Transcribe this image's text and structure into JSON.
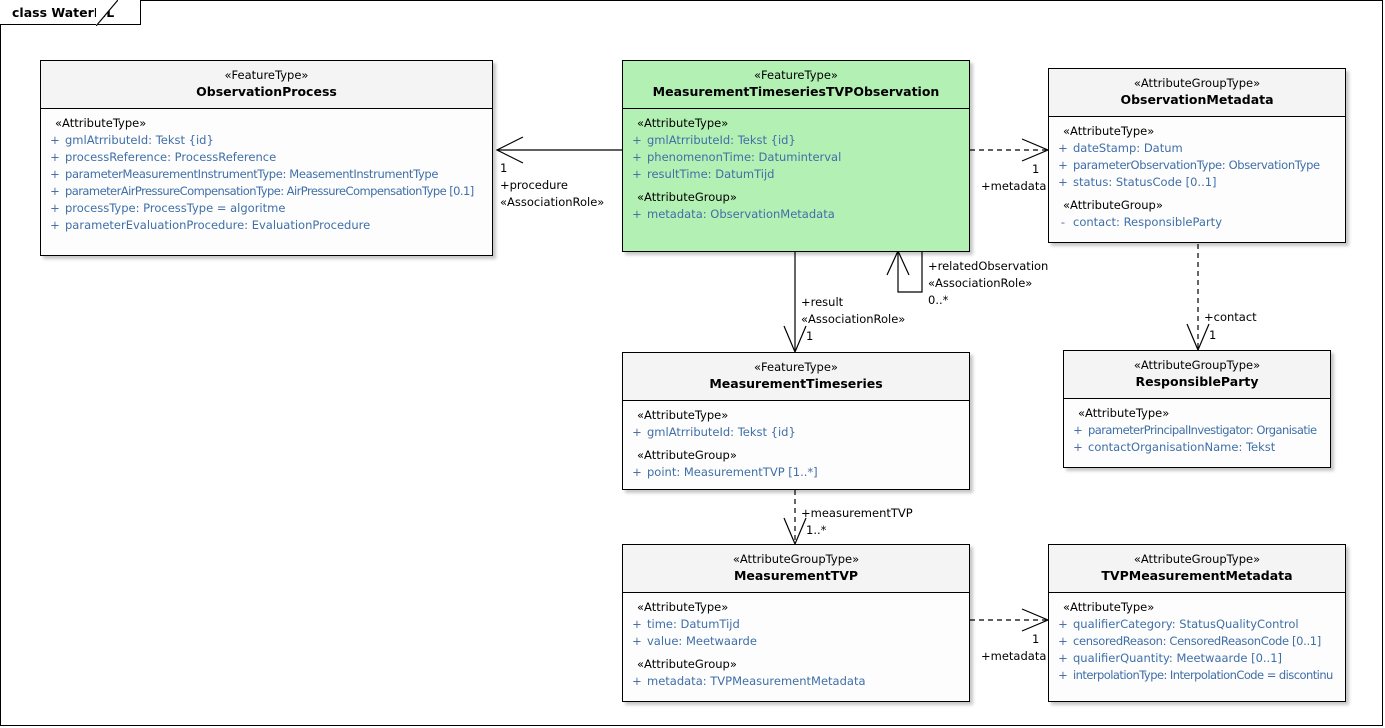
{
  "diagram": {
    "frame_label": "class WaterML",
    "colors": {
      "highlight_fill": "#b3f0b3",
      "class_fill": "#fdfdfd",
      "header_fill": "#f4f4f4",
      "border": "#000000",
      "attribute_text": "#3f6fa8"
    }
  },
  "classes": [
    {
      "id": "observation-process",
      "stereotype": "«FeatureType»",
      "name": "ObservationProcess",
      "highlighted": false,
      "sections": [
        {
          "group": "«AttributeType»",
          "attributes": [
            {
              "visibility": "+",
              "text": "gmlAtrributeId: Tekst {id}"
            },
            {
              "visibility": "+",
              "text": "processReference: ProcessReference"
            },
            {
              "visibility": "+",
              "text": "parameterMeasurementInstrumentType: MeasementInstrumentType"
            },
            {
              "visibility": "+",
              "text": "parameterAirPressureCompensationType: AirPressureCompensationType [0.1]"
            },
            {
              "visibility": "+",
              "text": "processType: ProcessType = algoritme"
            },
            {
              "visibility": "+",
              "text": "parameterEvaluationProcedure: EvaluationProcedure"
            }
          ]
        }
      ]
    },
    {
      "id": "measurement-timeseries-tvp-observation",
      "stereotype": "«FeatureType»",
      "name": "MeasurementTimeseriesTVPObservation",
      "highlighted": true,
      "sections": [
        {
          "group": "«AttributeType»",
          "attributes": [
            {
              "visibility": "+",
              "text": "gmlAtrributeId: Tekst {id}"
            },
            {
              "visibility": "+",
              "text": "phenomenonTime: Datuminterval"
            },
            {
              "visibility": "+",
              "text": "resultTime: DatumTijd"
            }
          ]
        },
        {
          "group": "«AttributeGroup»",
          "attributes": [
            {
              "visibility": "+",
              "text": "metadata: ObservationMetadata"
            }
          ]
        }
      ]
    },
    {
      "id": "observation-metadata",
      "stereotype": "«AttributeGroupType»",
      "name": "ObservationMetadata",
      "highlighted": false,
      "sections": [
        {
          "group": "«AttributeType»",
          "attributes": [
            {
              "visibility": "+",
              "text": "dateStamp: Datum"
            },
            {
              "visibility": "+",
              "text": "parameterObservationType: ObservationType"
            },
            {
              "visibility": "+",
              "text": "status: StatusCode [0..1]"
            }
          ]
        },
        {
          "group": "«AttributeGroup»",
          "attributes": [
            {
              "visibility": "-",
              "text": "contact: ResponsibleParty"
            }
          ]
        }
      ]
    },
    {
      "id": "measurement-timeseries",
      "stereotype": "«FeatureType»",
      "name": "MeasurementTimeseries",
      "highlighted": false,
      "sections": [
        {
          "group": "«AttributeType»",
          "attributes": [
            {
              "visibility": "+",
              "text": "gmlAtrributeId: Tekst {id}"
            }
          ]
        },
        {
          "group": "«AttributeGroup»",
          "attributes": [
            {
              "visibility": "+",
              "text": "point: MeasurementTVP [1..*]"
            }
          ]
        }
      ]
    },
    {
      "id": "responsible-party",
      "stereotype": "«AttributeGroupType»",
      "name": "ResponsibleParty",
      "highlighted": false,
      "sections": [
        {
          "group": "«AttributeType»",
          "attributes": [
            {
              "visibility": "+",
              "text": "parameterPrincipalInvestigator: Organisatie"
            },
            {
              "visibility": "+",
              "text": "contactOrganisationName: Tekst"
            }
          ]
        }
      ]
    },
    {
      "id": "measurement-tvp",
      "stereotype": "«AttributeGroupType»",
      "name": "MeasurementTVP",
      "highlighted": false,
      "sections": [
        {
          "group": "«AttributeType»",
          "attributes": [
            {
              "visibility": "+",
              "text": "time: DatumTijd"
            },
            {
              "visibility": "+",
              "text": "value: Meetwaarde"
            }
          ]
        },
        {
          "group": "«AttributeGroup»",
          "attributes": [
            {
              "visibility": "+",
              "text": "metadata: TVPMeasurementMetadata"
            }
          ]
        }
      ]
    },
    {
      "id": "tvp-measurement-metadata",
      "stereotype": "«AttributeGroupType»",
      "name": "TVPMeasurementMetadata",
      "highlighted": false,
      "sections": [
        {
          "group": "«AttributeType»",
          "attributes": [
            {
              "visibility": "+",
              "text": "qualifierCategory: StatusQualityControl"
            },
            {
              "visibility": "+",
              "text": "censoredReason: CensoredReasonCode [0..1]"
            },
            {
              "visibility": "+",
              "text": "qualifierQuantity: Meetwaarde [0..1]"
            },
            {
              "visibility": "+",
              "text": "interpolationType: InterpolationCode = discontinu"
            }
          ]
        }
      ]
    }
  ],
  "connectors": [
    {
      "id": "procedure",
      "kind": "association",
      "multiplicity": "1",
      "role": "+procedure",
      "stereotype": "«AssociationRole»"
    },
    {
      "id": "metadata-observation",
      "kind": "dependency",
      "multiplicity": "1",
      "role": "+metadata",
      "stereotype": ""
    },
    {
      "id": "related-observation",
      "kind": "association",
      "multiplicity": "0..*",
      "role": "+relatedObservation",
      "stereotype": "«AssociationRole»"
    },
    {
      "id": "result",
      "kind": "association",
      "multiplicity": "1",
      "role": "+result",
      "stereotype": "«AssociationRole»"
    },
    {
      "id": "contact",
      "kind": "dependency",
      "multiplicity": "1",
      "role": "+contact",
      "stereotype": ""
    },
    {
      "id": "measurement-tvp-link",
      "kind": "dependency",
      "multiplicity": "1..*",
      "role": "+measurementTVP",
      "stereotype": ""
    },
    {
      "id": "metadata-tvp",
      "kind": "dependency",
      "multiplicity": "1",
      "role": "+metadata",
      "stereotype": ""
    }
  ]
}
